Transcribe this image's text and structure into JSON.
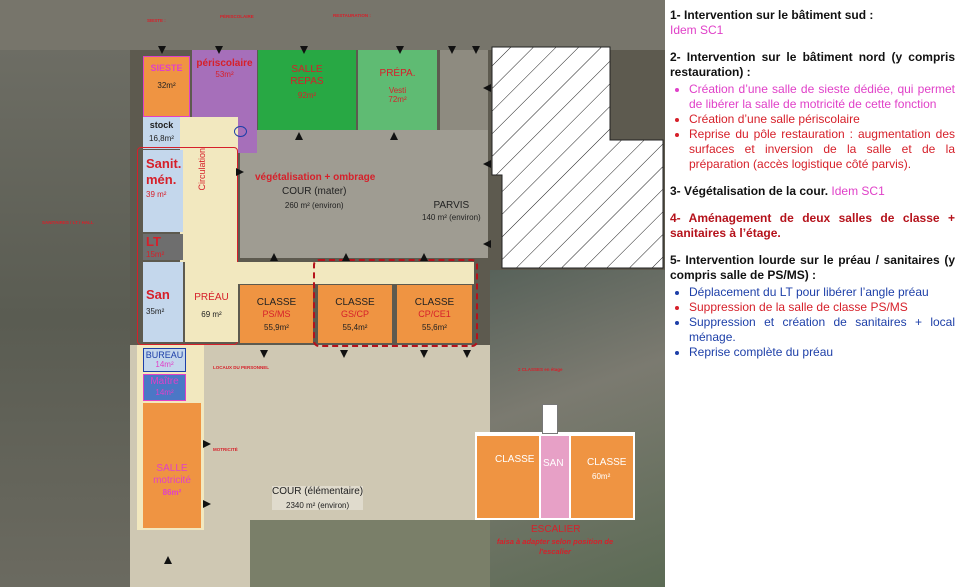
{
  "plan": {
    "top_labels": {
      "sieste": "SIESTE :",
      "periscolaire": "PÉRISCOLAIRE",
      "restauration": "RESTAURATION :"
    },
    "rooms": {
      "sieste": {
        "label": "SIESTE",
        "area": "32m²"
      },
      "periscolaire": {
        "label": "périscolaire",
        "area": "53m²"
      },
      "salle_repas": {
        "label": "SALLE REPAS",
        "area": "92m²"
      },
      "prepa": {
        "label": "PRÉPA.",
        "sub": "Vesti",
        "area": "72m²"
      },
      "stock": {
        "label": "stock",
        "area": "16,8m²"
      },
      "sanit_men": {
        "label": "Sanit. mén.",
        "area": "39 m²"
      },
      "lt": {
        "label": "LT",
        "area": "15m²"
      },
      "san": {
        "label": "San",
        "area": "35m²"
      },
      "preau": {
        "label": "PRÉAU",
        "area": "69 m²"
      },
      "classe1": {
        "label": "CLASSE",
        "sub": "PS/MS",
        "area": "55,9m²"
      },
      "classe2": {
        "label": "CLASSE",
        "sub": "GS/CP",
        "area": "55,4m²"
      },
      "classe3": {
        "label": "CLASSE",
        "sub": "CP/CE1",
        "area": "55,6m²"
      },
      "bureau": {
        "label": "BUREAU",
        "area": "14m²"
      },
      "maitre": {
        "label": "Maître",
        "area": "14m²"
      },
      "salle_motricite": {
        "label": "SALLE motricité",
        "area": "86m²"
      }
    },
    "circulation": "Circulation",
    "vegetalisation": "végétalisation + ombrage",
    "cour_mater": {
      "label": "COUR (mater)",
      "area": "260 m² (environ)"
    },
    "parvis": {
      "label": "PARVIS",
      "area": "140 m² (environ)"
    },
    "cour_elem": {
      "label": "COUR (élémentaire)",
      "area": "2340 m² (environ)"
    },
    "side_note": "SANITAIRES / LT / HALL",
    "locaux_personnel": "LOCAUX DU PERSONNEL",
    "motricite_note": "MOTRICITÉ",
    "deux_classes_note": "2 CLASSES en étage",
    "inset": {
      "classe_left": "CLASSE",
      "san": "SAN",
      "classe_right": "CLASSE",
      "area_right": "60m²"
    },
    "escalier": {
      "title": "ESCALIER",
      "note": "faisa à adapter selon position de l'escalier"
    }
  },
  "panel": {
    "s1": {
      "heading": "1- Intervention sur le bâtiment sud :",
      "sub": "Idem SC1"
    },
    "s2": {
      "heading": "2- Intervention sur le bâtiment nord (y compris restauration) :",
      "items": [
        "Création d’une salle de sieste dédiée, qui permet de libérer la salle de motricité de cette fonction",
        "Création d’une salle périscolaire",
        "Reprise du pôle restauration : augmentation des surfaces et inversion de la salle et de la préparation (accès logistique côté parvis)."
      ]
    },
    "s3": {
      "heading": "3- Végétalisation de la cour.",
      "sub": "Idem SC1"
    },
    "s4": {
      "heading": "4- Aménagement de deux salles de classe + sanitaires à l’étage."
    },
    "s5": {
      "heading": "5- Intervention lourde sur le préau / sanitaires (y compris salle de PS/MS) :",
      "items": [
        "Déplacement du LT pour libérer l’angle préau",
        "Suppression de la salle de classe PS/MS",
        "Suppression et création de sanitaires + local ménage.",
        "Reprise complète du préau"
      ]
    },
    "colors": {
      "pink": "#e040c8",
      "red": "#d6202a",
      "dark_red": "#b5121b",
      "blue": "#1d3fa8",
      "black": "#111111"
    }
  }
}
